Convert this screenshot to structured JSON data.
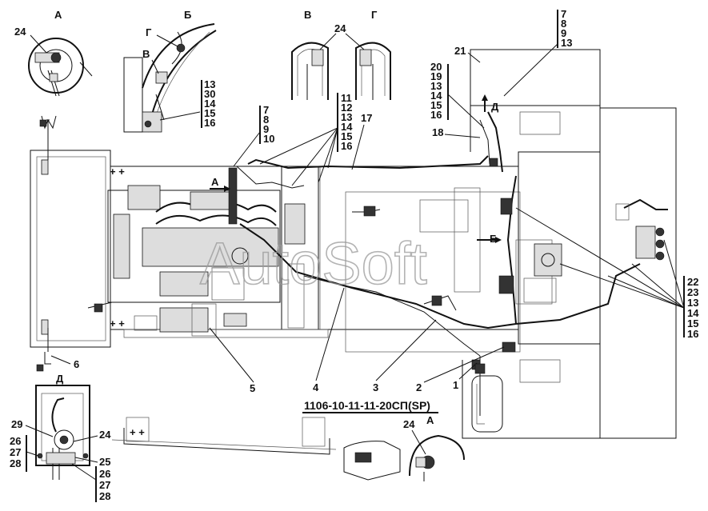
{
  "drawing_number": "1106-10-11-11-20СП(SP)",
  "watermark": "AutoSoft",
  "view_labels": {
    "a_top": "А",
    "b_top": "Б",
    "v_top": "В",
    "g_top": "Г",
    "g_inset": "Г",
    "v_inset": "В",
    "a_main": "А",
    "b_main": "Б",
    "d_main": "Д",
    "d_inset": "Д",
    "a_bottom": "А"
  },
  "positions": {
    "p1": "1",
    "p2": "2",
    "p3": "3",
    "p4": "4",
    "p5": "5",
    "p6": "6",
    "p17": "17",
    "p18": "18",
    "p21": "21",
    "p24_a": "24",
    "p24_vg": "24",
    "p24_d": "24",
    "p24_bottom": "24",
    "p25": "25",
    "p29": "29"
  },
  "stacks": {
    "b_view": [
      "13",
      "30",
      "14",
      "15",
      "16"
    ],
    "engine": [
      "7",
      "8",
      "9",
      "10"
    ],
    "center": [
      "11",
      "12",
      "13",
      "14",
      "15",
      "16"
    ],
    "top_right": [
      "7",
      "8",
      "9",
      "13"
    ],
    "right_mid": [
      "20",
      "19",
      "13",
      "14",
      "15",
      "16"
    ],
    "right_lower": [
      "22",
      "23",
      "13",
      "14",
      "15",
      "16"
    ],
    "d_left": [
      "26",
      "27",
      "28"
    ],
    "d_bottom": [
      "26",
      "27",
      "28"
    ]
  },
  "icons": {
    "engine": "engine-drawing",
    "connector": "connector-icon",
    "valve_block": "valve-block-icon"
  }
}
